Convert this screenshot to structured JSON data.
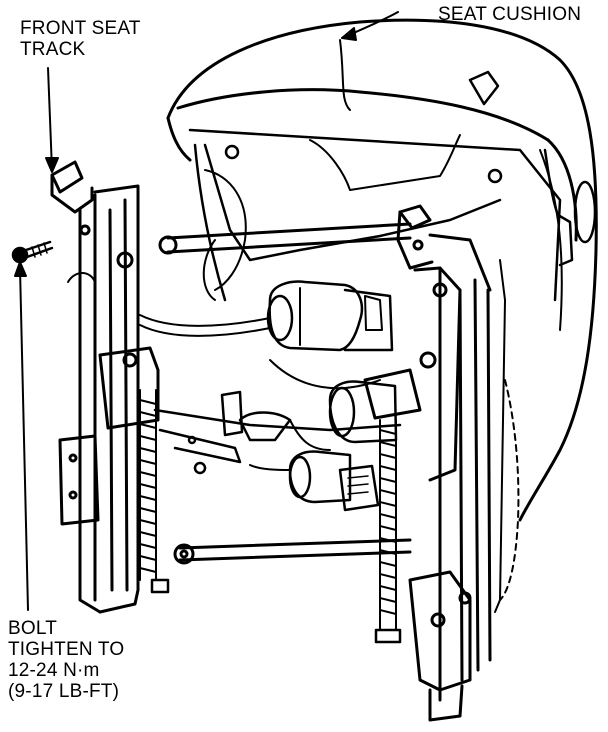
{
  "colors": {
    "ink": "#000000",
    "paper": "#ffffff"
  },
  "labels": {
    "seat_cushion": "SEAT CUSHION",
    "front_seat_track": [
      "FRONT SEAT",
      "TRACK"
    ],
    "bolt": [
      "BOLT",
      "TIGHTEN TO",
      "12-24 N·m",
      "(9-17 LB-FT)"
    ]
  }
}
